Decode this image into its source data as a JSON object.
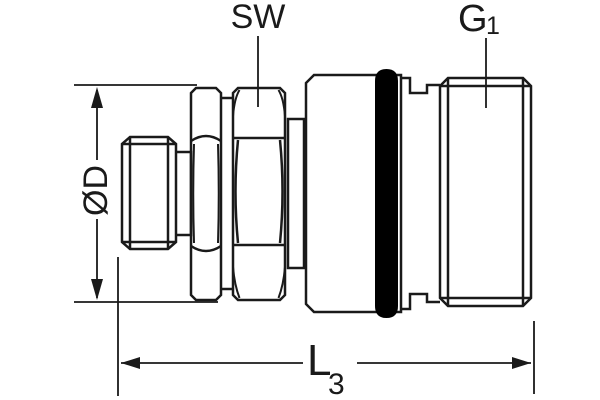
{
  "colors": {
    "background": "#ffffff",
    "line": "#1a1a1a",
    "o_ring": "#000000"
  },
  "labels": {
    "wrench_size": "SW",
    "thread": {
      "main": "G",
      "subscript": "1"
    },
    "diameter": "ØD",
    "length": {
      "main": "L",
      "subscript": "3"
    }
  }
}
